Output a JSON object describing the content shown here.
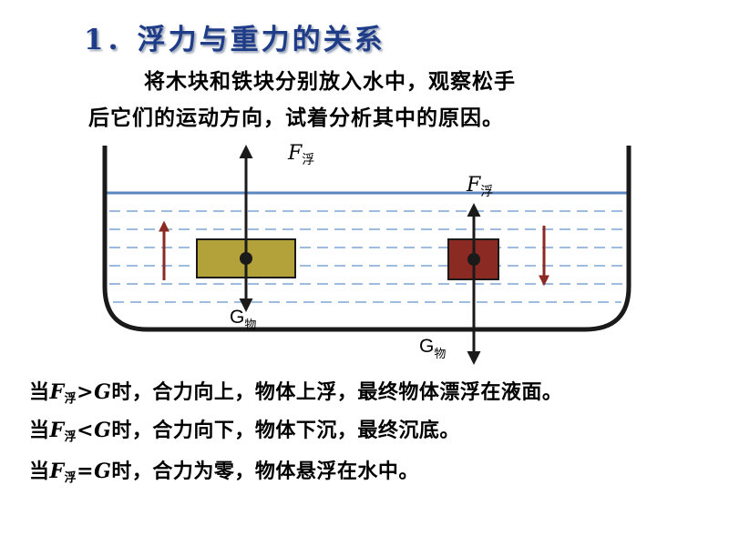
{
  "title": "1．浮力与重力的关系",
  "intro": {
    "line1": "将木块和铁块分别放入水中，观察松手",
    "line2": "后它们的运动方向，试着分析其中的原因。"
  },
  "diagram": {
    "colors": {
      "water_surface": "#5b86c0",
      "water_dash": "#7ea6d6",
      "container": "#1a1a1a",
      "wood_block": "#b3a23a",
      "iron_block": "#8b2a22",
      "motion_arrow": "#8b2a22"
    },
    "wood": {
      "buoyancy_label_F": "F",
      "buoyancy_label_sub": "浮",
      "gravity_label_G": "G",
      "gravity_label_sub": "物",
      "motion": "up"
    },
    "iron": {
      "buoyancy_label_F": "F",
      "buoyancy_label_sub": "浮",
      "gravity_label_G": "G",
      "gravity_label_sub": "物",
      "motion": "down"
    }
  },
  "conclusions": [
    {
      "prefix": "当",
      "F": "F",
      "sub": "浮",
      "op": ">",
      "G": "G",
      "rest": "时，合力向上，物体上浮，最终物体漂浮在液面。"
    },
    {
      "prefix": "当",
      "F": "F",
      "sub": "浮",
      "op": "<",
      "G": "G",
      "rest": "时，合力向下，物体下沉，最终沉底。"
    },
    {
      "prefix": "当",
      "F": "F",
      "sub": "浮",
      "op": "=",
      "G": "G",
      "rest": "时，合力为零，物体悬浮在水中。"
    }
  ]
}
